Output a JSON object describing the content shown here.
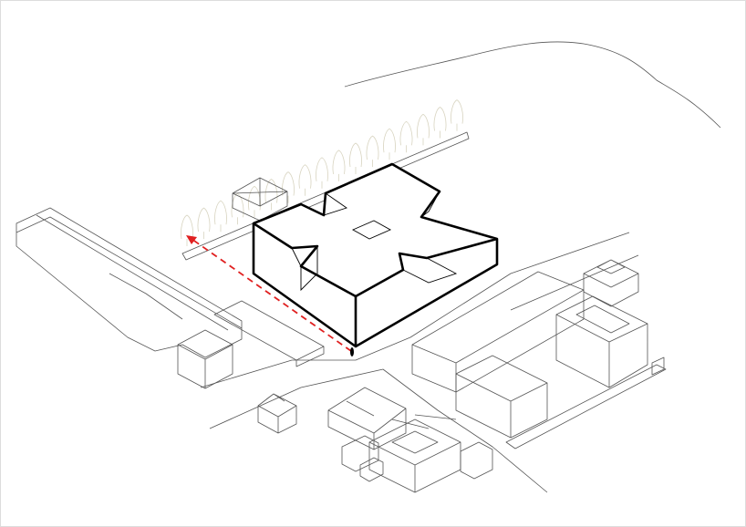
{
  "diagram": {
    "type": "axonometric site diagram",
    "colors": {
      "context_lines": "#555555",
      "trees": "#d8d4c0",
      "main_building": "#000000",
      "access_arrow": "#e02020",
      "background": "#ffffff"
    },
    "elements": [
      "hill-contour",
      "tree-row",
      "existing-long-building",
      "proposed-building",
      "access-arrow",
      "neighbouring-buildings",
      "road"
    ]
  }
}
